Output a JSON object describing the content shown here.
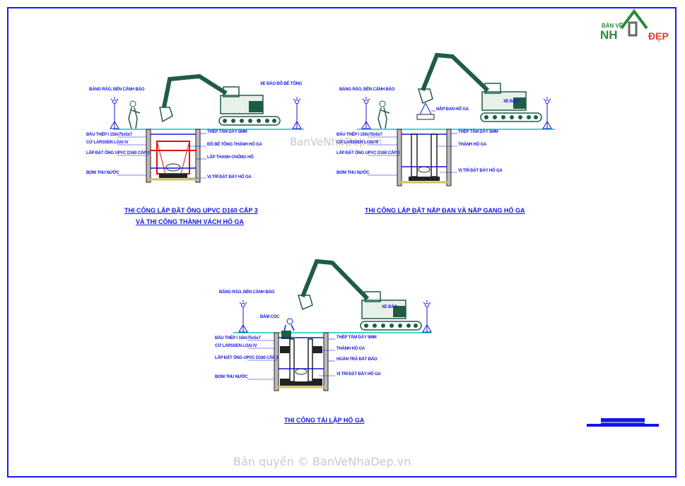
{
  "logo": {
    "line1": "BẢN VẼ",
    "line2": "NH",
    "line3": "ĐẸP"
  },
  "watermark": {
    "top": "BanVeNhaDep.vn",
    "bottom": "Bản quyền © BanVeNhaDep.vn"
  },
  "panel1": {
    "title_line1": "THI CÔNG LẮP ĐẶT ỐNG UPVC D160 CẤP 3",
    "title_line2": "VÀ THI CÔNG THÀNH VÁCH HỐ GA",
    "labels": {
      "barrier": "BĂNG RÀO, ĐÈN CẢNH BÁO",
      "excavator": "XE ĐÀO ĐỔ BÊ TÔNG",
      "strut": "ĐẦU THÉP I 150x75x5x7",
      "pile": "CỪ LARSSEN LOẠI IV",
      "pipe": "LẮP ĐẶT ỐNG UPVC D160 CẤP 3",
      "pump": "BƠM THU NƯỚC",
      "sheet": "THÉP TẤM DÀY 5MM",
      "concrete": "ĐỔ BÊ TÔNG THÀNH HỐ GA",
      "bracing": "LẮP THANH CHỐNG HỐ",
      "bottom": "VỊ TRÍ ĐẶT ĐÁY HỐ GA"
    }
  },
  "panel2": {
    "title": "THI CÔNG LẮP ĐẶT NẮP ĐAN VÀ NẮP GANG HỐ GA",
    "labels": {
      "barrier": "BĂNG RÀO, ĐÈN CẢNH BÁO",
      "cover": "NẮP ĐAN HỐ GA",
      "excavator": "XE ĐÀO",
      "strut": "ĐẦU THÉP I 150x75x5x7",
      "pile": "CỪ LARSSEN LOẠI IV",
      "pipe": "LẮP ĐẶT ỐNG UPVC D160 CẤP 3",
      "pump": "BƠM THU NƯỚC",
      "sheet": "THÉP TẤM DÀY 5MM",
      "wall": "THÀNH HỐ GA",
      "bottom": "VỊ TRÍ ĐẶT ĐÁY HỐ GA"
    }
  },
  "panel3": {
    "title": "THI CÔNG TÁI LẬP HỐ GA",
    "labels": {
      "barrier": "BĂNG RÀO, ĐÈN CẢNH BÁO",
      "tamper": "ĐẦM CÓC",
      "excavator": "XE ĐÀO",
      "strut": "ĐẦU THÉP I 150x75x5x7",
      "pile": "CỪ LARSSEN LOẠI IV",
      "pipe": "LẮP ĐẶT ỐNG UPVC D160 CẤP 3",
      "pump": "BƠM THU NƯỚC",
      "sheet": "THÉP TẤM DÀY 5MM",
      "wall": "THÀNH HỐ GA",
      "backfill": "HOÀN TRẢ ĐẤT ĐÀO",
      "bottom": "VỊ TRÍ ĐẶT ĐÁY HỐ GA"
    }
  },
  "colors": {
    "frame": "#1a1aff",
    "label": "#1414e0",
    "machine": "#1f5c46",
    "ground": "#00c8c8",
    "concrete_form": "#e01010",
    "wall": "#2a2a2a"
  }
}
